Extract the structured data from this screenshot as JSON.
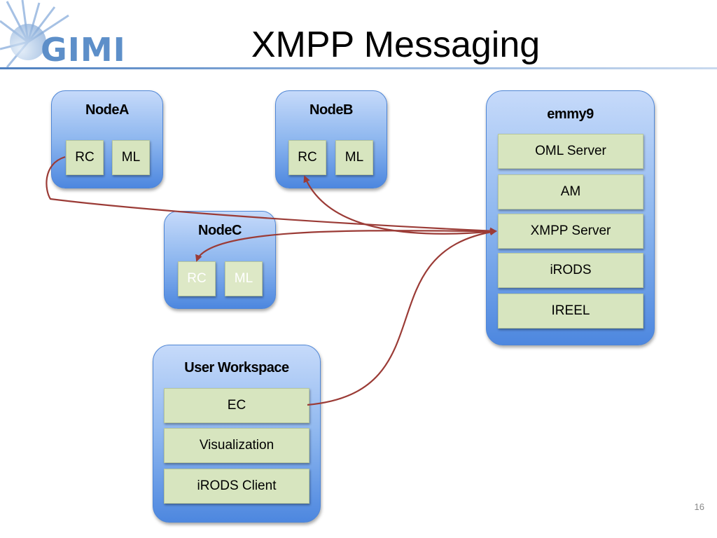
{
  "slide": {
    "title": "XMPP Messaging",
    "logo_text": "GIMI",
    "page_number": "16"
  },
  "nodes": {
    "nodeA": {
      "title": "NodeA",
      "items": [
        "RC",
        "ML"
      ]
    },
    "nodeB": {
      "title": "NodeB",
      "items": [
        "RC",
        "ML"
      ]
    },
    "nodeC": {
      "title": "NodeC",
      "items": [
        "RC",
        "ML"
      ]
    },
    "emmy9": {
      "title": "emmy9",
      "items": [
        "OML Server",
        "AM",
        "XMPP Server",
        "iRODS",
        "IREEL"
      ]
    },
    "workspace": {
      "title": "User Workspace",
      "items": [
        "EC",
        "Visualization",
        "iRODS Client"
      ]
    }
  },
  "colors": {
    "node_gradient_top": "#c6dafa",
    "node_gradient_bottom": "#4d87df",
    "chip_fill": "#d7e5bf",
    "arrow": "#9b3b36",
    "logo": "#5d8fc9"
  }
}
